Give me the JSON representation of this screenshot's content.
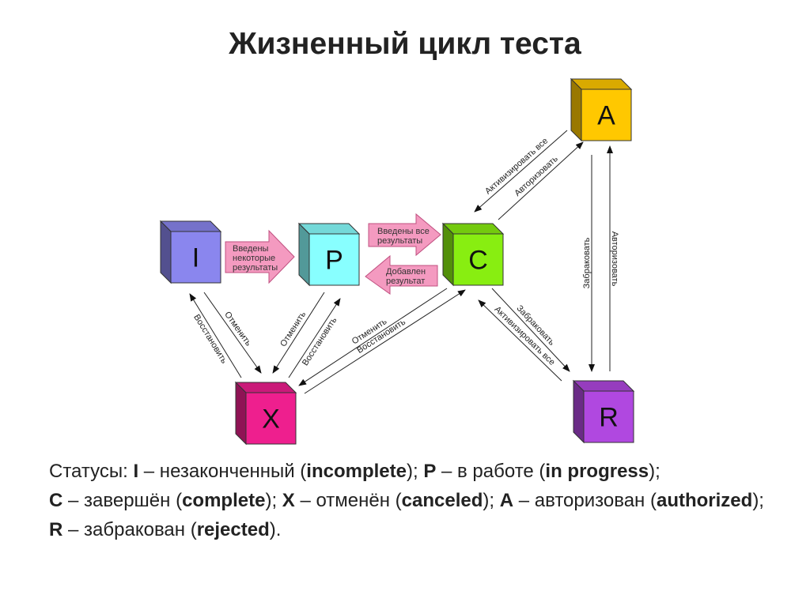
{
  "title": "Жизненный цикл теста",
  "cubes": {
    "I": "I",
    "P": "P",
    "C": "C",
    "A": "A",
    "X": "X",
    "R": "R"
  },
  "colors": {
    "I": "#8a86ee",
    "P": "#88ffff",
    "C": "#88ee11",
    "A": "#ffc800",
    "X": "#ee1f8e",
    "R": "#b048e0",
    "block_arrow": "#f49ac0"
  },
  "block_arrows": {
    "i_to_p": [
      "Введены",
      "некоторые",
      "результаты"
    ],
    "p_to_c": [
      "Введены все",
      "результаты"
    ],
    "c_to_p": [
      "Добавлен",
      "результат"
    ]
  },
  "edges": {
    "i_x_cancel": "Отменить",
    "x_i_restore": "Восстановить",
    "p_x_cancel": "Отменить",
    "x_p_restore": "Восстановить",
    "c_x_cancel": "Отменить",
    "x_c_restore": "Восстановить",
    "a_c_activate": "Активизировать все",
    "c_a_authorize": "Авторизовать",
    "c_r_reject": "Забраковать",
    "r_c_activate": "Активизировать все",
    "a_r_reject": "Забраковать",
    "r_a_authorize": "Авторизовать"
  },
  "legend": {
    "prefix": "Статусы: ",
    "items": [
      {
        "code": "I",
        "ru": " – незаконченный (",
        "en": "incomplete",
        "end": "); "
      },
      {
        "code": "P",
        "ru": " – в работе (",
        "en": "in progress",
        "end": ");"
      },
      {
        "code": "C",
        "ru": " – завершён (",
        "en": "complete",
        "end": "); "
      },
      {
        "code": "X",
        "ru": " – отменён (",
        "en": "canceled",
        "end": "); "
      },
      {
        "code": "A",
        "ru": " – авторизован (",
        "en": "authorized",
        "end": "); "
      },
      {
        "code": "R",
        "ru": " – забракован (",
        "en": "rejected",
        "end": ")."
      }
    ]
  }
}
